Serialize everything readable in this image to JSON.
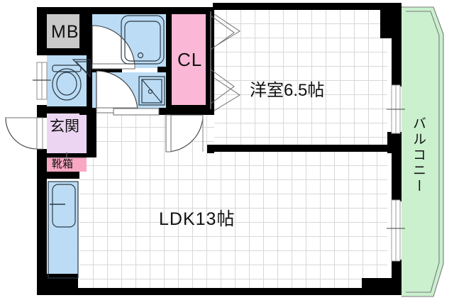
{
  "plan": {
    "type": "japanese-apartment-floorplan",
    "background_color": "#ffffff",
    "wall_color": "#000000",
    "grid_color": "#d8d8d8"
  },
  "rooms": [
    {
      "key": "mb",
      "label": "MB",
      "meaning": "meter box",
      "fill_color": "#c9c9c9"
    },
    {
      "key": "toilet",
      "label": "",
      "meaning": "toilet room",
      "fill_color": "#bcdcf5"
    },
    {
      "key": "bath",
      "label": "",
      "meaning": "bathroom with bathtub",
      "fill_color": "#bcdcf5"
    },
    {
      "key": "washroom",
      "label": "",
      "meaning": "washroom / vanity",
      "fill_color": "#bcdcf5"
    },
    {
      "key": "closet",
      "label": "CL",
      "meaning": "closet",
      "fill_color": "#fbb8d6"
    },
    {
      "key": "western_room",
      "label": "洋室6.5帖",
      "meaning": "western style room 6.5 tatami mats",
      "fill_color": "#ffffff"
    },
    {
      "key": "ldk",
      "label": "LDK13帖",
      "meaning": "living dining kitchen 13 tatami mats",
      "fill_color": "#ffffff"
    },
    {
      "key": "genkan",
      "label": "玄関",
      "meaning": "entrance hall",
      "fill_color": "#ecd5f2"
    },
    {
      "key": "shoebox",
      "label": "靴箱",
      "meaning": "shoe cabinet",
      "fill_color": "#f9a8c4"
    },
    {
      "key": "balcony",
      "label": "バルコニー",
      "meaning": "balcony",
      "fill_color": "#caf0ce"
    },
    {
      "key": "kitchen_counter",
      "label": "",
      "meaning": "kitchen sink counter",
      "fill_color": "#bcdcf5"
    }
  ],
  "labels": {
    "mb": "MB",
    "cl": "CL",
    "western_room": "洋室6.5帖",
    "ldk": "LDK13帖",
    "genkan": "玄関",
    "shoebox": "靴箱",
    "balcony": "バルコニー"
  },
  "fixtures": [
    {
      "name": "toilet-fixture",
      "room": "toilet"
    },
    {
      "name": "corner-hand-sink",
      "room": "toilet"
    },
    {
      "name": "bathtub",
      "room": "bath"
    },
    {
      "name": "vanity-sink",
      "room": "washroom"
    },
    {
      "name": "kitchen-sink",
      "room": "ldk"
    }
  ],
  "doors": [
    {
      "name": "entrance-door",
      "type": "swing-out"
    },
    {
      "name": "bath-door",
      "type": "swing"
    },
    {
      "name": "washroom-door",
      "type": "swing"
    },
    {
      "name": "western-room-door",
      "type": "swing"
    },
    {
      "name": "closet-door",
      "type": "folding"
    },
    {
      "name": "balcony-sliding-door-north",
      "type": "sliding"
    },
    {
      "name": "balcony-sliding-door-south",
      "type": "sliding"
    },
    {
      "name": "toilet-window",
      "type": "window"
    }
  ]
}
